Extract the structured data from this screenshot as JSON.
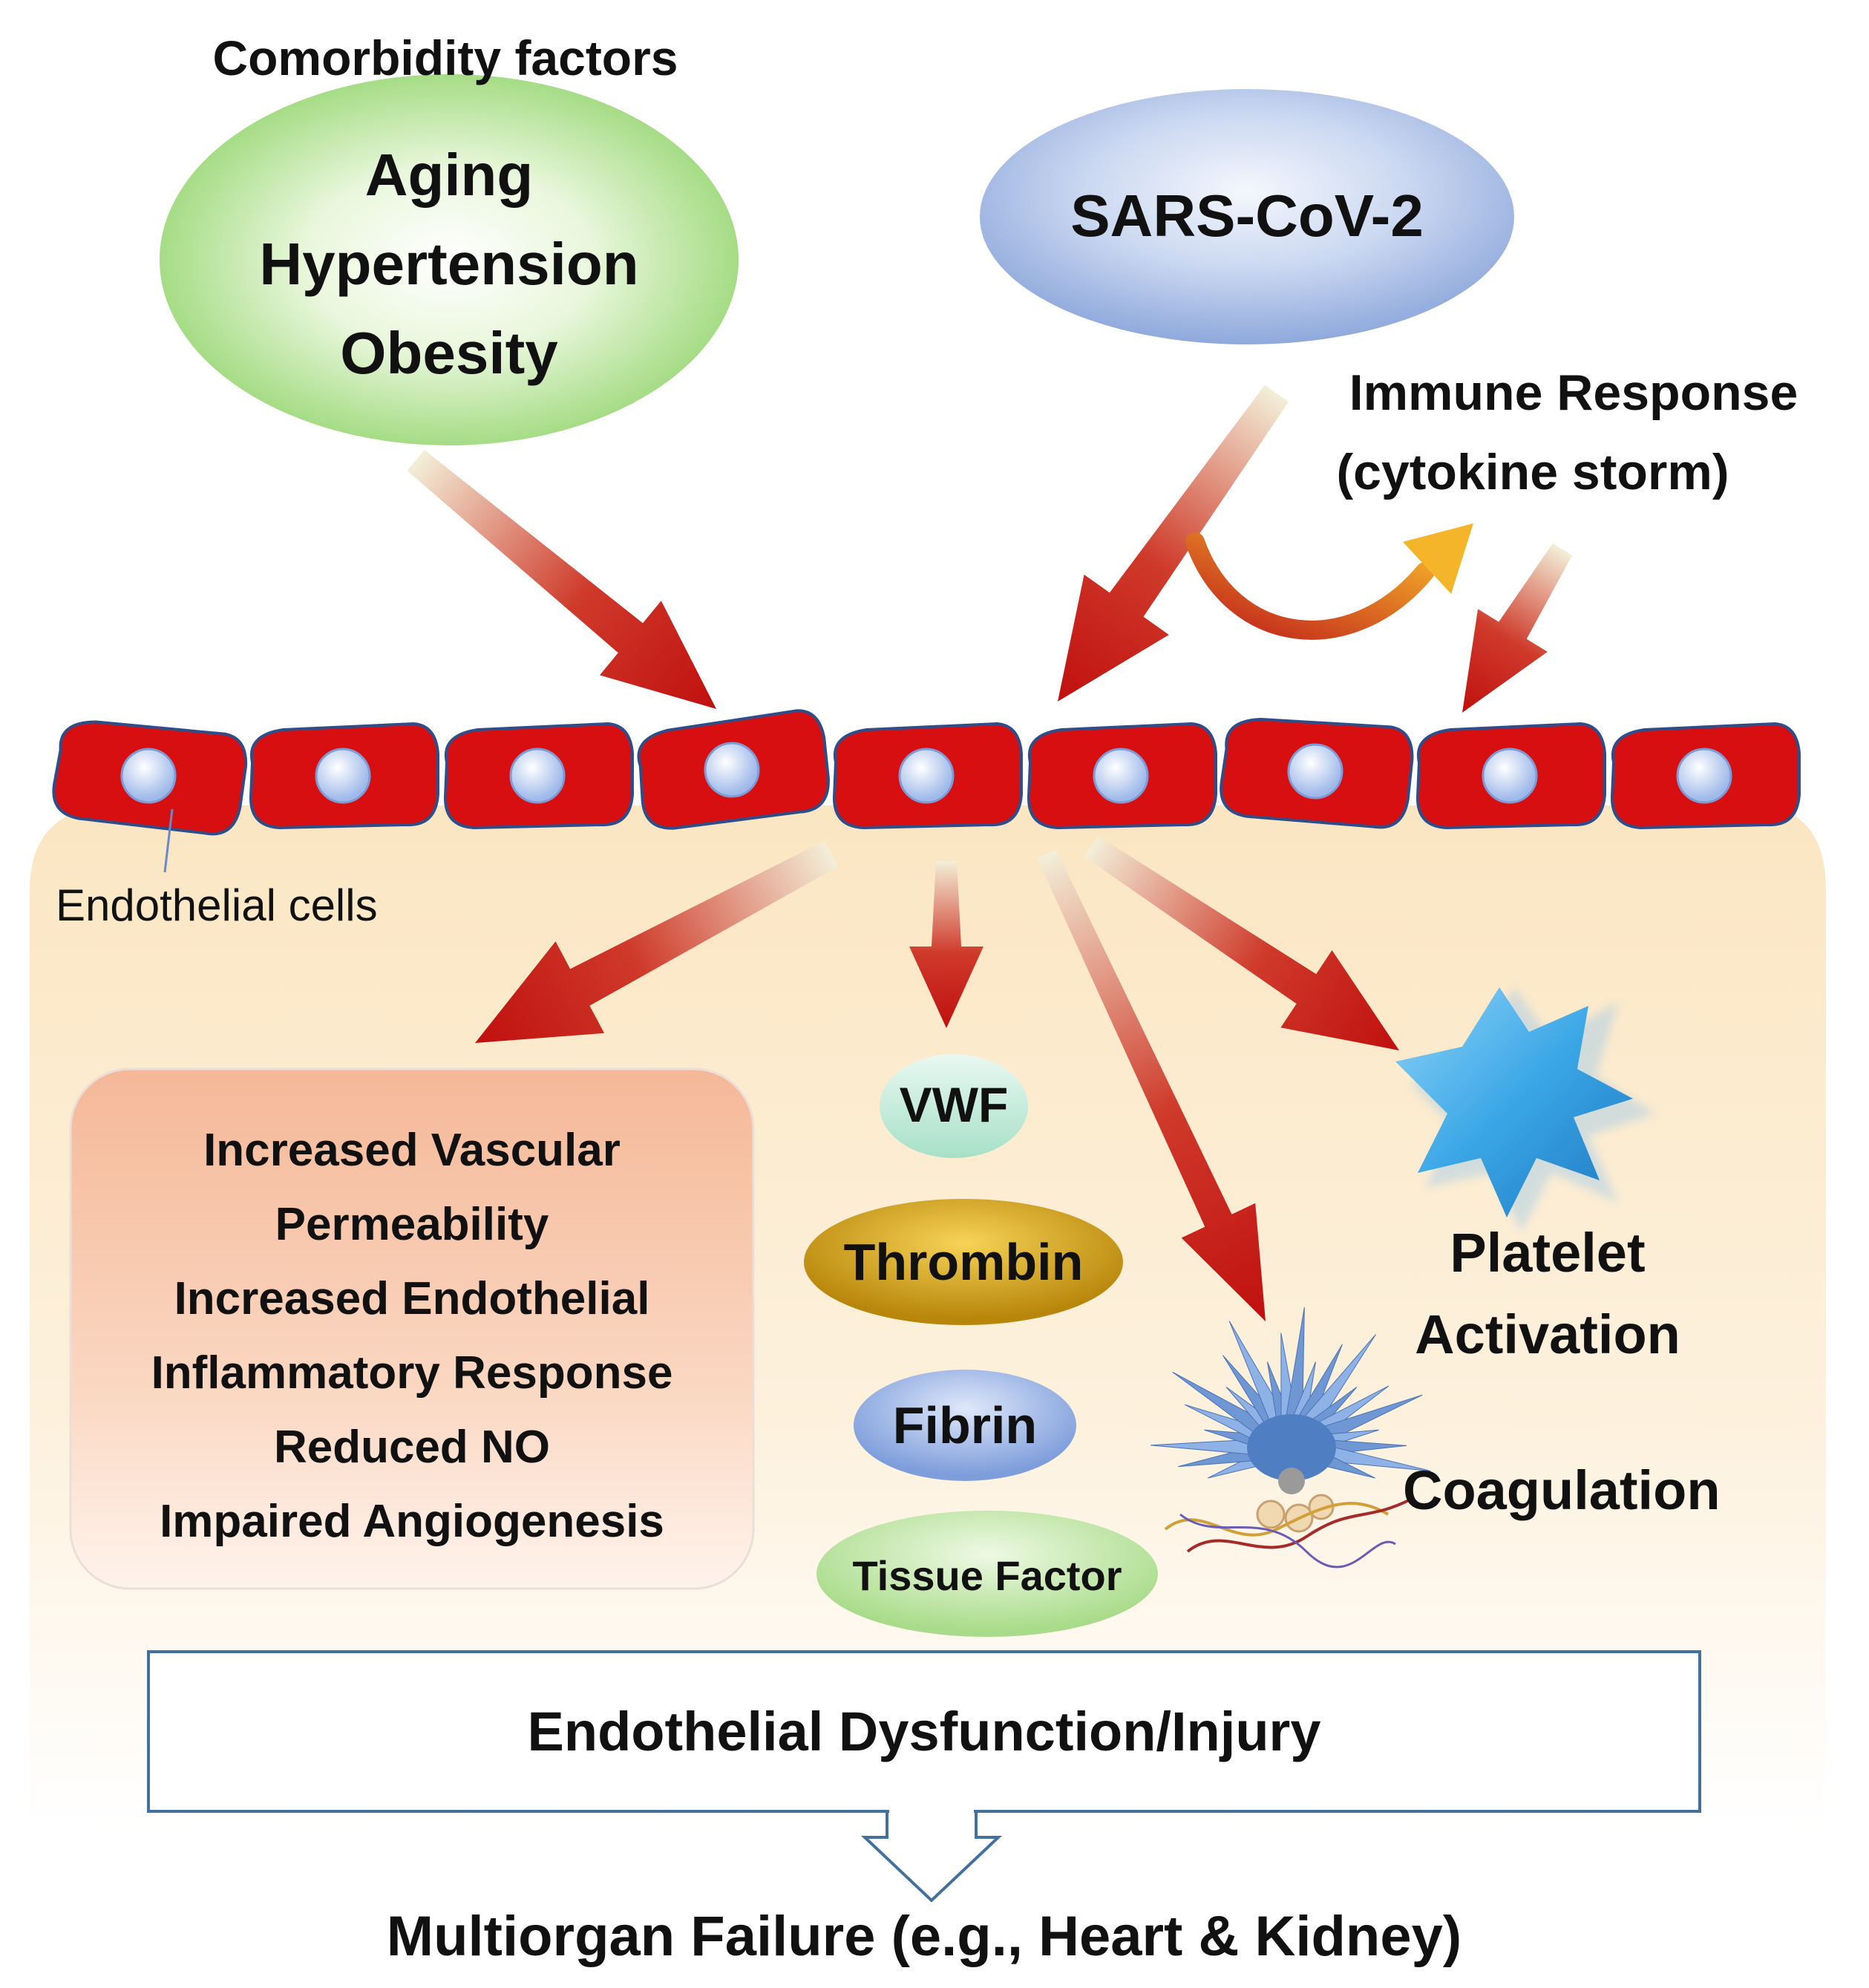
{
  "comorbidity": {
    "heading": "Comorbidity factors",
    "lines": [
      "Aging",
      "Hypertension",
      "Obesity"
    ]
  },
  "virus": {
    "label": "SARS-CoV-2"
  },
  "immune": {
    "line1": "Immune Response",
    "line2": "(cytokine storm)"
  },
  "endothelium": {
    "cells_label": "Endothelial cells",
    "cell_count": 9
  },
  "effects_box": {
    "lines": [
      "Increased Vascular",
      "Permeability",
      "Increased Endothelial",
      "Inflammatory Response",
      "Reduced NO",
      "Impaired Angiogenesis"
    ]
  },
  "factors": [
    {
      "label": "VWF"
    },
    {
      "label": "Thrombin"
    },
    {
      "label": "Fibrin"
    },
    {
      "label": "Tissue Factor"
    }
  ],
  "platelet": {
    "line1": "Platelet",
    "line2": "Activation"
  },
  "coagulation": {
    "label": "Coagulation"
  },
  "dysfunction": {
    "label": "Endothelial Dysfunction/Injury"
  },
  "outcome": {
    "label": "Multiorgan Failure (e.g., Heart & Kidney)"
  },
  "colors": {
    "arrow": "#c0100f",
    "cell": "#d80f10",
    "nucleus": "#bcd0f4",
    "background": "#fbe6c2",
    "comorbidity_ellipse": "#aee08a",
    "virus_ellipse": "#a9bfe8",
    "effects_box": "#f6c6a8",
    "thrombin": "#d19b0a",
    "platelet": "#3aa6e6"
  }
}
